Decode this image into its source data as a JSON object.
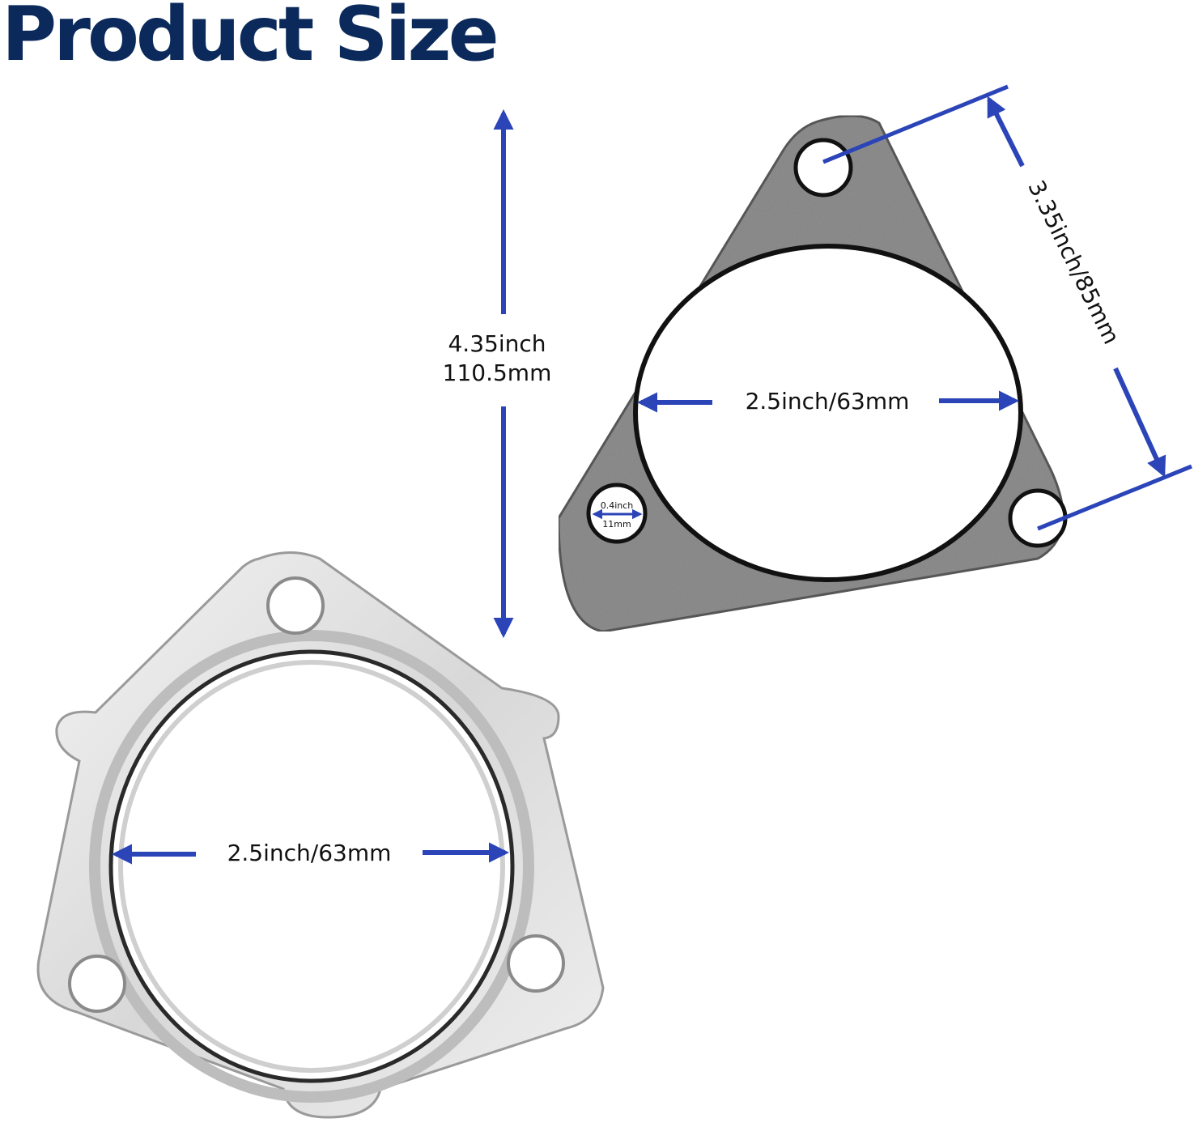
{
  "title": "Product Size",
  "colors": {
    "title": "#0b2a5b",
    "arrow": "#2b44b8",
    "gray_gasket": "#8c8c8c",
    "steel_gasket": "#dcdcdc"
  },
  "labels": {
    "height_inch": "4.35inch",
    "height_mm": "110.5mm",
    "top_inner_diameter": "2.5inch/63mm",
    "bolt_spacing": "3.35inch/85mm",
    "bolt_hole_inch": "0.4inch",
    "bolt_hole_mm": "11mm",
    "bottom_inner_diameter": "2.5inch/63mm"
  }
}
